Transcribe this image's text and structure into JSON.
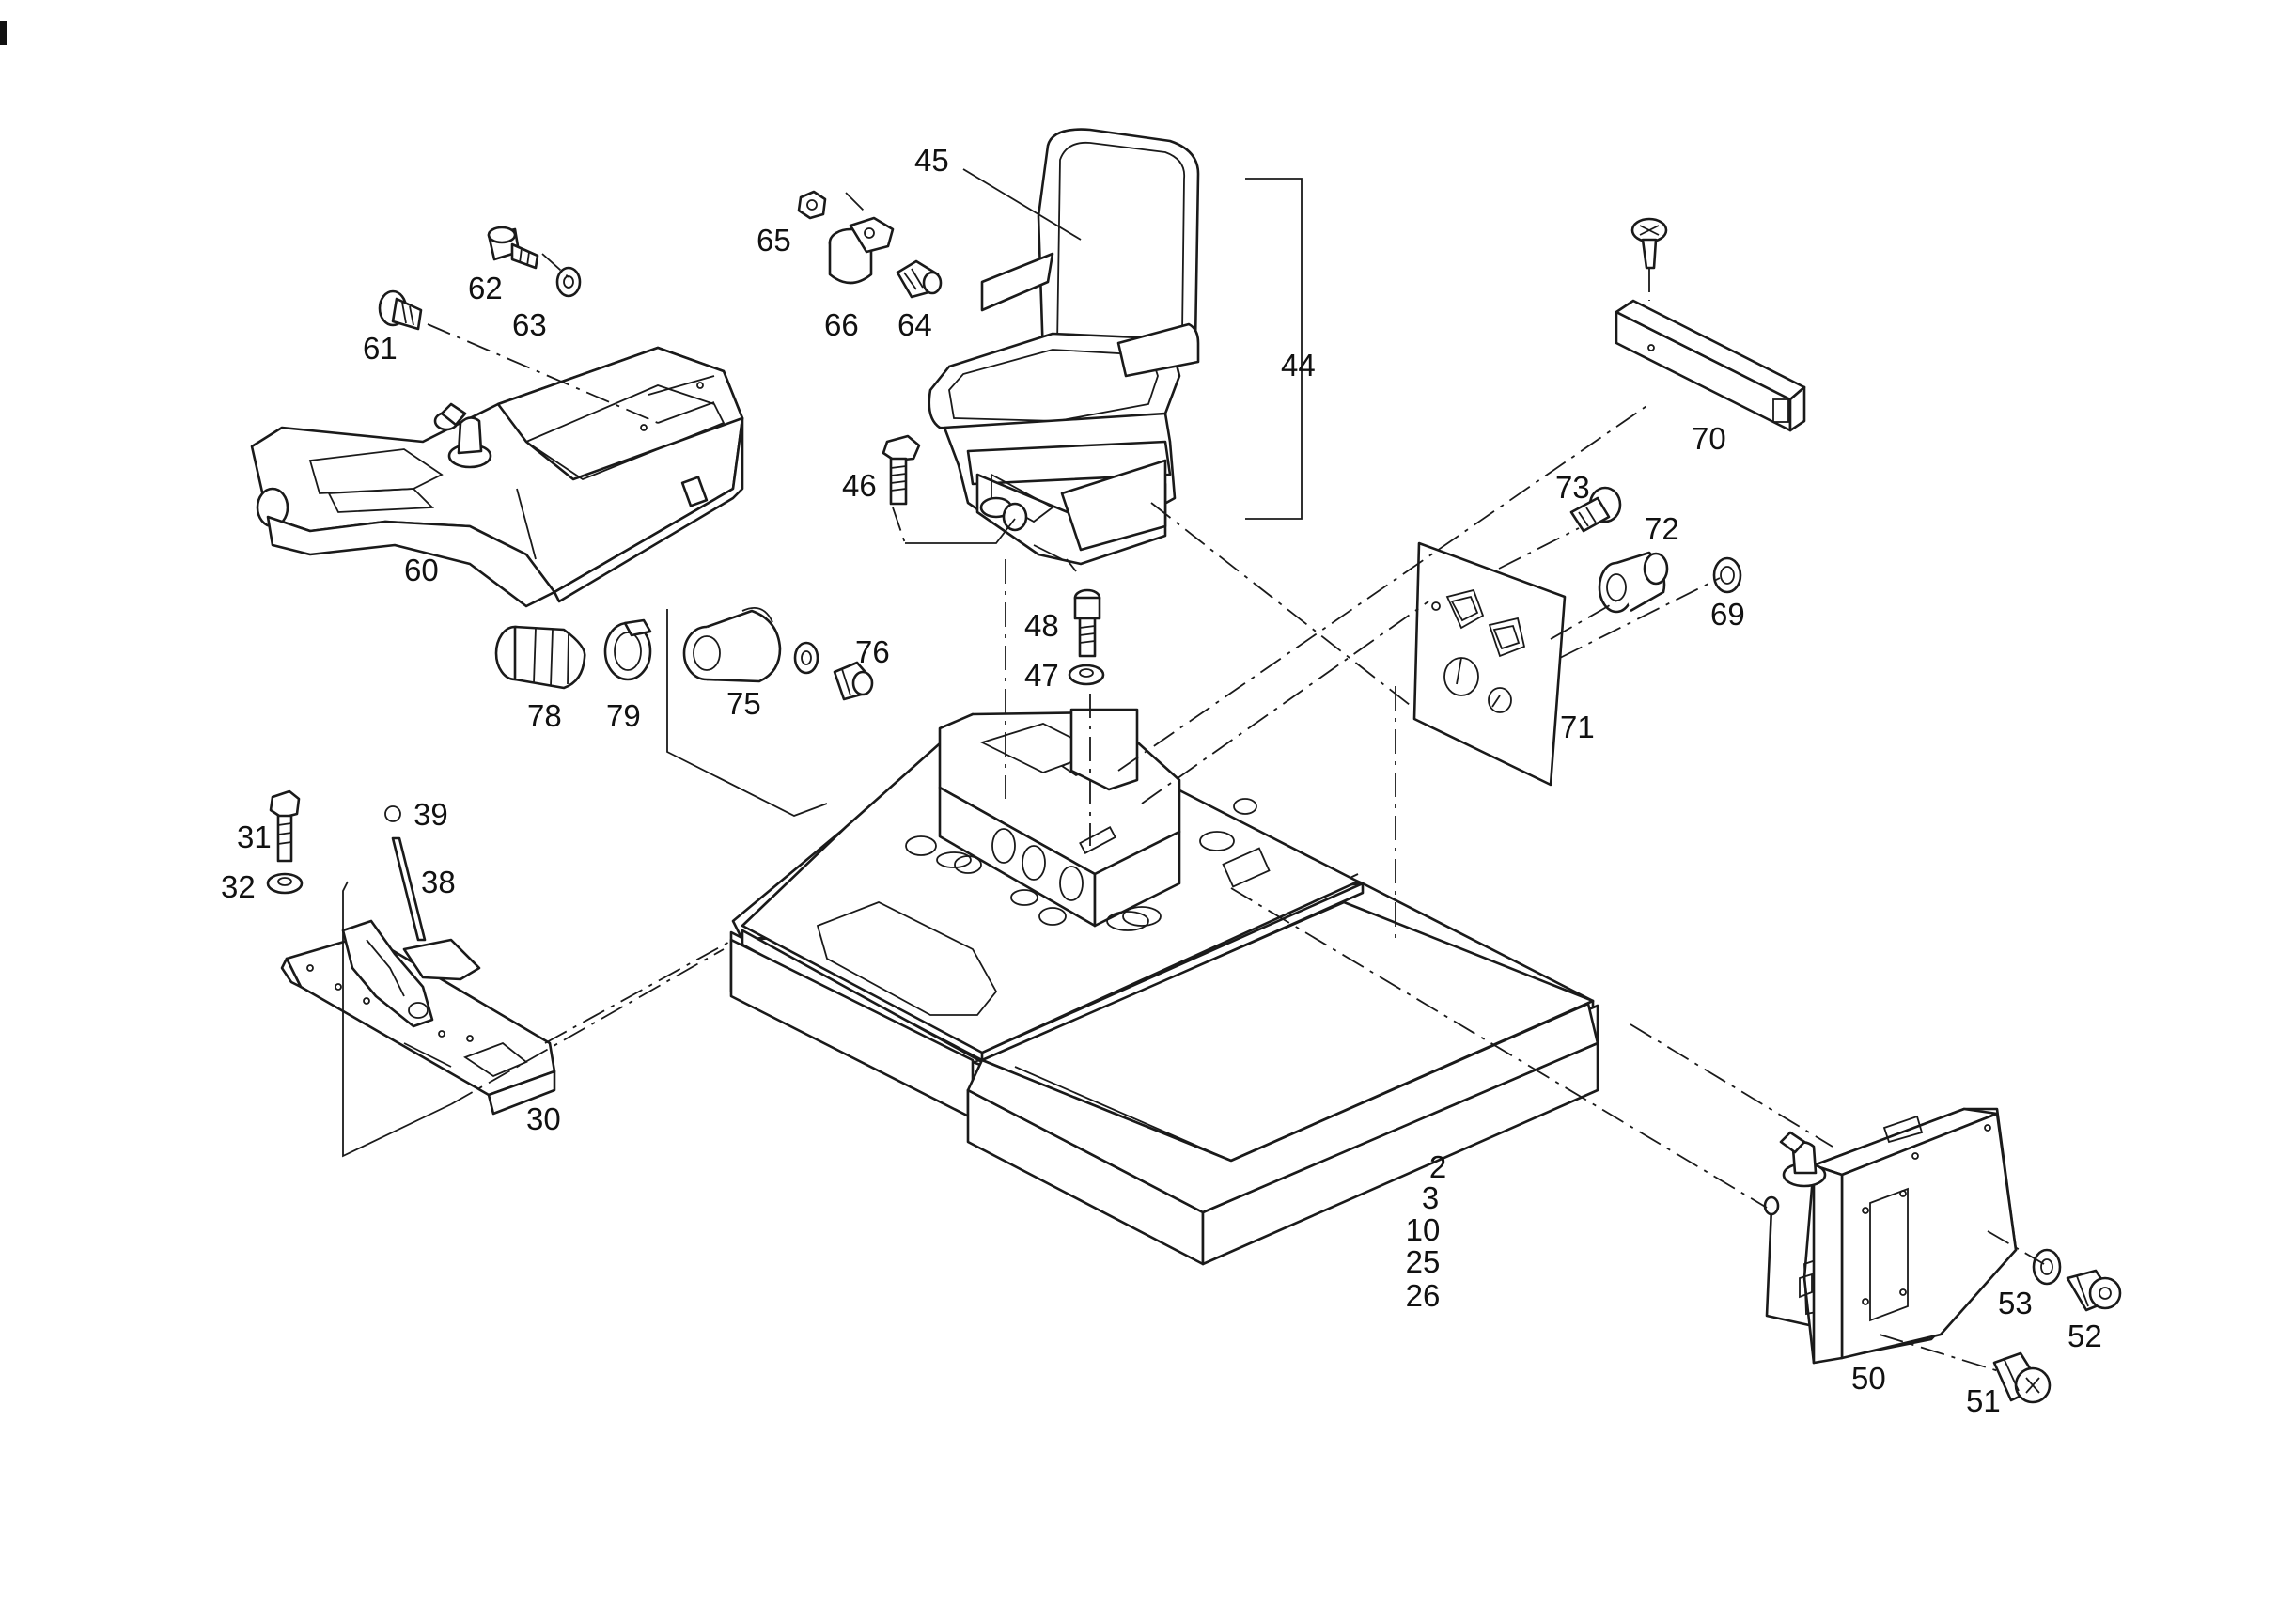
{
  "diagram": {
    "labels": {
      "p2": "2",
      "p3": "3",
      "p10": "10",
      "p25": "25",
      "p26": "26",
      "p30": "30",
      "p31": "31",
      "p32": "32",
      "p38": "38",
      "p39": "39",
      "p44": "44",
      "p45": "45",
      "p46": "46",
      "p47": "47",
      "p48": "48",
      "p50": "50",
      "p51": "51",
      "p52": "52",
      "p53": "53",
      "p60": "60",
      "p61": "61",
      "p62": "62",
      "p63": "63",
      "p64": "64",
      "p65": "65",
      "p66": "66",
      "p69": "69",
      "p70": "70",
      "p71": "71",
      "p72": "72",
      "p73": "73",
      "p75": "75",
      "p76": "76",
      "p78": "78",
      "p79": "79"
    }
  }
}
